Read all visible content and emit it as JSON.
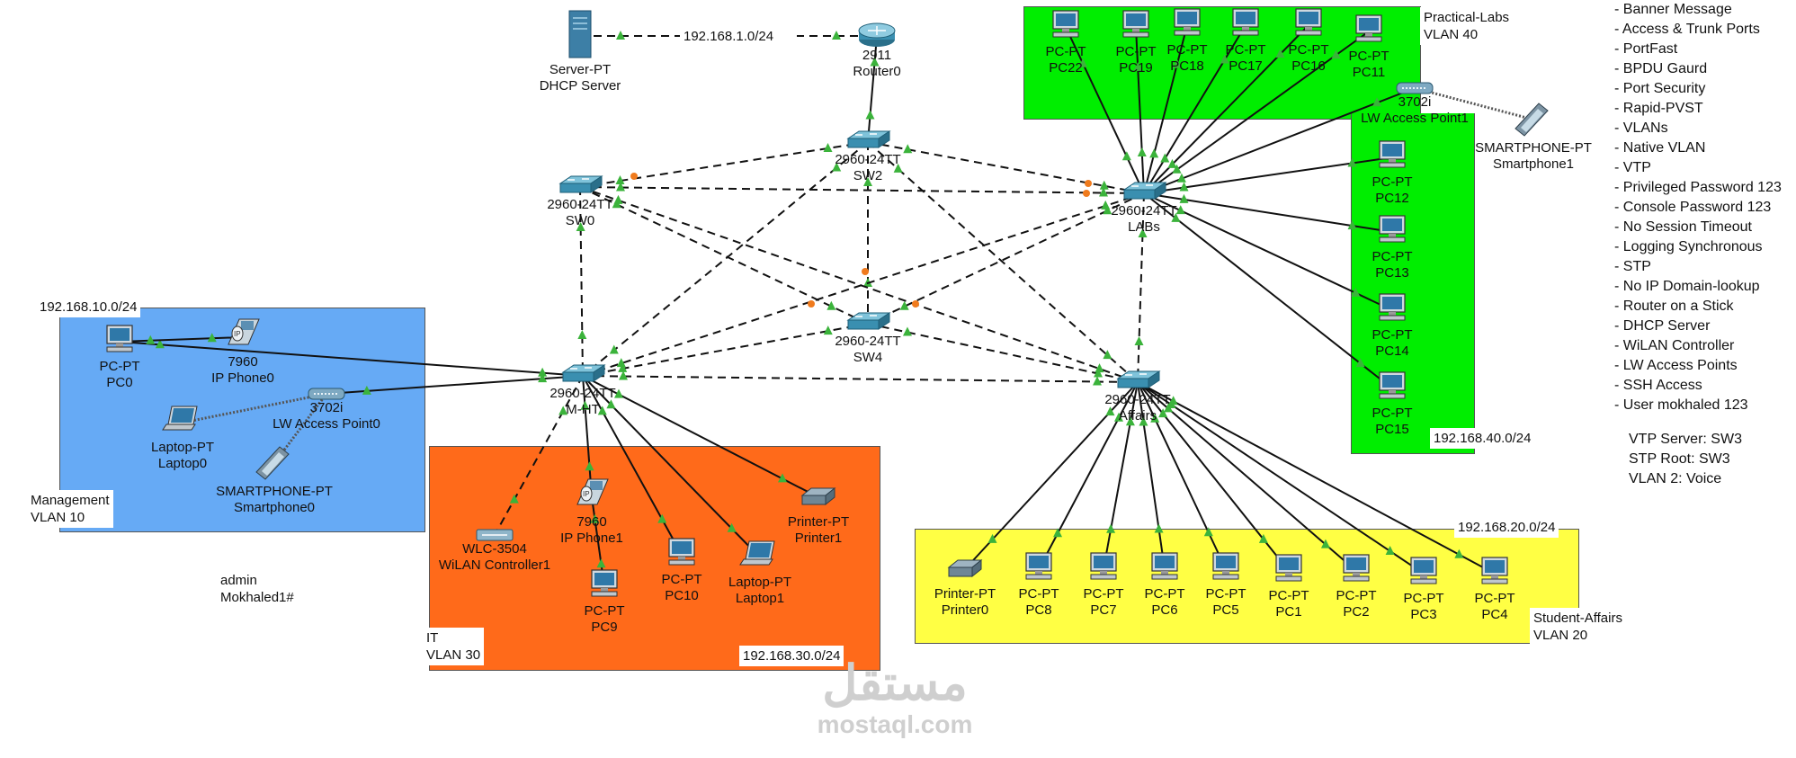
{
  "zones": [
    {
      "id": "mgmt",
      "name": "Management",
      "vlan": "VLAN 10",
      "subnet": "192.168.10.0/24",
      "color": "#66aaf5"
    },
    {
      "id": "it",
      "name": "IT",
      "vlan": "VLAN 30",
      "subnet": "192.168.30.0/24",
      "color": "#ff6a1a"
    },
    {
      "id": "labs",
      "name": "Practical-Labs",
      "vlan": "VLAN 40",
      "subnet": "192.168.40.0/24",
      "color": "#00ee00"
    },
    {
      "id": "students",
      "name": "Student-Affairs",
      "vlan": "VLAN 20",
      "subnet": "192.168.20.0/24",
      "color": "#ffff44"
    }
  ],
  "core_network": "192.168.1.0/24",
  "devices": [
    {
      "id": "server",
      "type": "server",
      "model": "Server-PT",
      "name": "DHCP Server"
    },
    {
      "id": "router",
      "type": "router",
      "model": "2911",
      "name": "Router0"
    },
    {
      "id": "sw2",
      "type": "switch",
      "model": "2960-24TT",
      "name": "SW2"
    },
    {
      "id": "sw0",
      "type": "switch",
      "model": "2960-24TT",
      "name": "SW0"
    },
    {
      "id": "labs",
      "type": "switch",
      "model": "2960-24TT",
      "name": "LABs"
    },
    {
      "id": "sw4",
      "type": "switch",
      "model": "2960-24TT",
      "name": "SW4"
    },
    {
      "id": "mht",
      "type": "switch",
      "model": "2960-24TT",
      "name": "M-HT"
    },
    {
      "id": "affairs",
      "type": "switch",
      "model": "2960-24TT",
      "name": "Affairs"
    },
    {
      "id": "pc0",
      "type": "pc",
      "model": "PC-PT",
      "name": "PC0"
    },
    {
      "id": "ipphone0",
      "type": "phone",
      "model": "7960",
      "name": "IP Phone0"
    },
    {
      "id": "ap0",
      "type": "ap",
      "model": "3702i",
      "name": "LW Access Point0"
    },
    {
      "id": "laptop0",
      "type": "laptop",
      "model": "Laptop-PT",
      "name": "Laptop0"
    },
    {
      "id": "smart0",
      "type": "smartphone",
      "model": "SMARTPHONE-PT",
      "name": "Smartphone0"
    },
    {
      "id": "wlc",
      "type": "wlc",
      "model": "WLC-3504",
      "name": "WiLAN Controller1"
    },
    {
      "id": "ipphone1",
      "type": "phone",
      "model": "7960",
      "name": "IP Phone1"
    },
    {
      "id": "pc9",
      "type": "pc",
      "model": "PC-PT",
      "name": "PC9"
    },
    {
      "id": "pc10",
      "type": "pc",
      "model": "PC-PT",
      "name": "PC10"
    },
    {
      "id": "laptop1",
      "type": "laptop",
      "model": "Laptop-PT",
      "name": "Laptop1"
    },
    {
      "id": "printer1",
      "type": "printer",
      "model": "Printer-PT",
      "name": "Printer1"
    },
    {
      "id": "pc22",
      "type": "pc",
      "model": "PC-PT",
      "name": "PC22"
    },
    {
      "id": "pc19",
      "type": "pc",
      "model": "PC-PT",
      "name": "PC19"
    },
    {
      "id": "pc18",
      "type": "pc",
      "model": "PC-PT",
      "name": "PC18"
    },
    {
      "id": "pc17",
      "type": "pc",
      "model": "PC-PT",
      "name": "PC17"
    },
    {
      "id": "pc16",
      "type": "pc",
      "model": "PC-PT",
      "name": "PC16"
    },
    {
      "id": "pc11",
      "type": "pc",
      "model": "PC-PT",
      "name": "PC11"
    },
    {
      "id": "ap1",
      "type": "ap",
      "model": "3702i",
      "name": "LW Access Point1"
    },
    {
      "id": "smart1",
      "type": "smartphone",
      "model": "SMARTPHONE-PT",
      "name": "Smartphone1"
    },
    {
      "id": "pc12",
      "type": "pc",
      "model": "PC-PT",
      "name": "PC12"
    },
    {
      "id": "pc13",
      "type": "pc",
      "model": "PC-PT",
      "name": "PC13"
    },
    {
      "id": "pc14",
      "type": "pc",
      "model": "PC-PT",
      "name": "PC14"
    },
    {
      "id": "pc15",
      "type": "pc",
      "model": "PC-PT",
      "name": "PC15"
    },
    {
      "id": "printer0",
      "type": "printer",
      "model": "Printer-PT",
      "name": "Printer0"
    },
    {
      "id": "pc8",
      "type": "pc",
      "model": "PC-PT",
      "name": "PC8"
    },
    {
      "id": "pc7",
      "type": "pc",
      "model": "PC-PT",
      "name": "PC7"
    },
    {
      "id": "pc6",
      "type": "pc",
      "model": "PC-PT",
      "name": "PC6"
    },
    {
      "id": "pc5",
      "type": "pc",
      "model": "PC-PT",
      "name": "PC5"
    },
    {
      "id": "pc1",
      "type": "pc",
      "model": "PC-PT",
      "name": "PC1"
    },
    {
      "id": "pc2",
      "type": "pc",
      "model": "PC-PT",
      "name": "PC2"
    },
    {
      "id": "pc3",
      "type": "pc",
      "model": "PC-PT",
      "name": "PC3"
    },
    {
      "id": "pc4",
      "type": "pc",
      "model": "PC-PT",
      "name": "PC4"
    }
  ],
  "links": [
    [
      "server",
      "router",
      "dashed"
    ],
    [
      "router",
      "sw2",
      "solid"
    ],
    [
      "sw2",
      "sw0",
      "dashed"
    ],
    [
      "sw2",
      "labs",
      "dashed"
    ],
    [
      "sw2",
      "sw4",
      "dashed"
    ],
    [
      "sw2",
      "mht",
      "dashed"
    ],
    [
      "sw2",
      "affairs",
      "dashed"
    ],
    [
      "sw0",
      "labs",
      "dashed"
    ],
    [
      "sw0",
      "sw4",
      "dashed"
    ],
    [
      "sw0",
      "mht",
      "dashed"
    ],
    [
      "sw0",
      "affairs",
      "dashed"
    ],
    [
      "labs",
      "sw4",
      "dashed"
    ],
    [
      "labs",
      "mht",
      "dashed"
    ],
    [
      "labs",
      "affairs",
      "dashed"
    ],
    [
      "sw4",
      "mht",
      "dashed"
    ],
    [
      "sw4",
      "affairs",
      "dashed"
    ],
    [
      "mht",
      "affairs",
      "dashed"
    ],
    [
      "mht",
      "pc0",
      "solid"
    ],
    [
      "pc0",
      "ipphone0",
      "solid"
    ],
    [
      "mht",
      "ap0",
      "solid"
    ],
    [
      "ap0",
      "laptop0",
      "wireless"
    ],
    [
      "ap0",
      "smart0",
      "wireless"
    ],
    [
      "mht",
      "wlc",
      "dashed"
    ],
    [
      "mht",
      "ipphone1",
      "solid"
    ],
    [
      "ipphone1",
      "pc9",
      "solid"
    ],
    [
      "mht",
      "pc10",
      "solid"
    ],
    [
      "mht",
      "laptop1",
      "solid"
    ],
    [
      "mht",
      "printer1",
      "solid"
    ],
    [
      "labs",
      "pc22",
      "solid"
    ],
    [
      "labs",
      "pc19",
      "solid"
    ],
    [
      "labs",
      "pc18",
      "solid"
    ],
    [
      "labs",
      "pc17",
      "solid"
    ],
    [
      "labs",
      "pc16",
      "solid"
    ],
    [
      "labs",
      "pc11",
      "solid"
    ],
    [
      "labs",
      "ap1",
      "solid"
    ],
    [
      "ap1",
      "smart1",
      "wireless"
    ],
    [
      "labs",
      "pc12",
      "solid"
    ],
    [
      "labs",
      "pc13",
      "solid"
    ],
    [
      "labs",
      "pc14",
      "solid"
    ],
    [
      "labs",
      "pc15",
      "solid"
    ],
    [
      "affairs",
      "printer0",
      "solid"
    ],
    [
      "affairs",
      "pc8",
      "solid"
    ],
    [
      "affairs",
      "pc7",
      "solid"
    ],
    [
      "affairs",
      "pc6",
      "solid"
    ],
    [
      "affairs",
      "pc5",
      "solid"
    ],
    [
      "affairs",
      "pc1",
      "solid"
    ],
    [
      "affairs",
      "pc2",
      "solid"
    ],
    [
      "affairs",
      "pc3",
      "solid"
    ],
    [
      "affairs",
      "pc4",
      "solid"
    ]
  ],
  "features": [
    "- Banner Message",
    "- Access & Trunk Ports",
    "- PortFast",
    "- BPDU Gaurd",
    "- Port Security",
    "- Rapid-PVST",
    "- VLANs",
    "- Native VLAN",
    "- VTP",
    "- Privileged Password 123",
    "- Console Password 123",
    "- No Session Timeout",
    "- Logging Synchronous",
    "- STP",
    "- No IP Domain-lookup",
    "- Router on a Stick",
    "- DHCP Server",
    "- WiLAN Controller",
    "- LW Access Points",
    "- SSH Access",
    "- User mokhaled 123"
  ],
  "notes": {
    "vtp": "VTP Server: SW3",
    "stp": "STP Root: SW3",
    "voice": "VLAN 2: Voice",
    "credentials_user": "admin",
    "credentials_pass": "Mokhaled1#"
  },
  "watermark": {
    "arabic": "مستقل",
    "latin": "mostaql.com"
  },
  "colors": {
    "link": "#111111",
    "link_up": "#3bb33b",
    "link_blocked": "#f07b1d",
    "switch": "#3a8fb0"
  }
}
